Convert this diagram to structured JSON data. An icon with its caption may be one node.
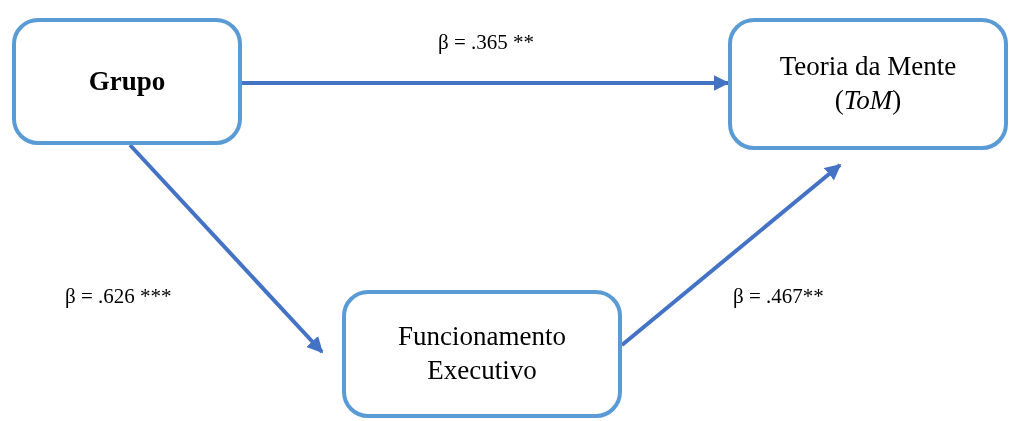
{
  "diagram": {
    "nodes": [
      {
        "text": [
          "Grupo"
        ]
      },
      {
        "text": [
          "Teoria da Mente (*ToM*)"
        ]
      },
      {
        "text": [
          "Funcionamento Executivo"
        ]
      }
    ],
    "edges": [
      {
        "from": 0,
        "to": 1,
        "arrow": "to",
        "label": "β = .365 **"
      },
      {
        "from": 0,
        "to": 2,
        "arrow": "to",
        "label": "β = .626 ***"
      },
      {
        "from": 2,
        "to": 1,
        "arrow": "to",
        "label": "β = .467**"
      }
    ]
  }
}
